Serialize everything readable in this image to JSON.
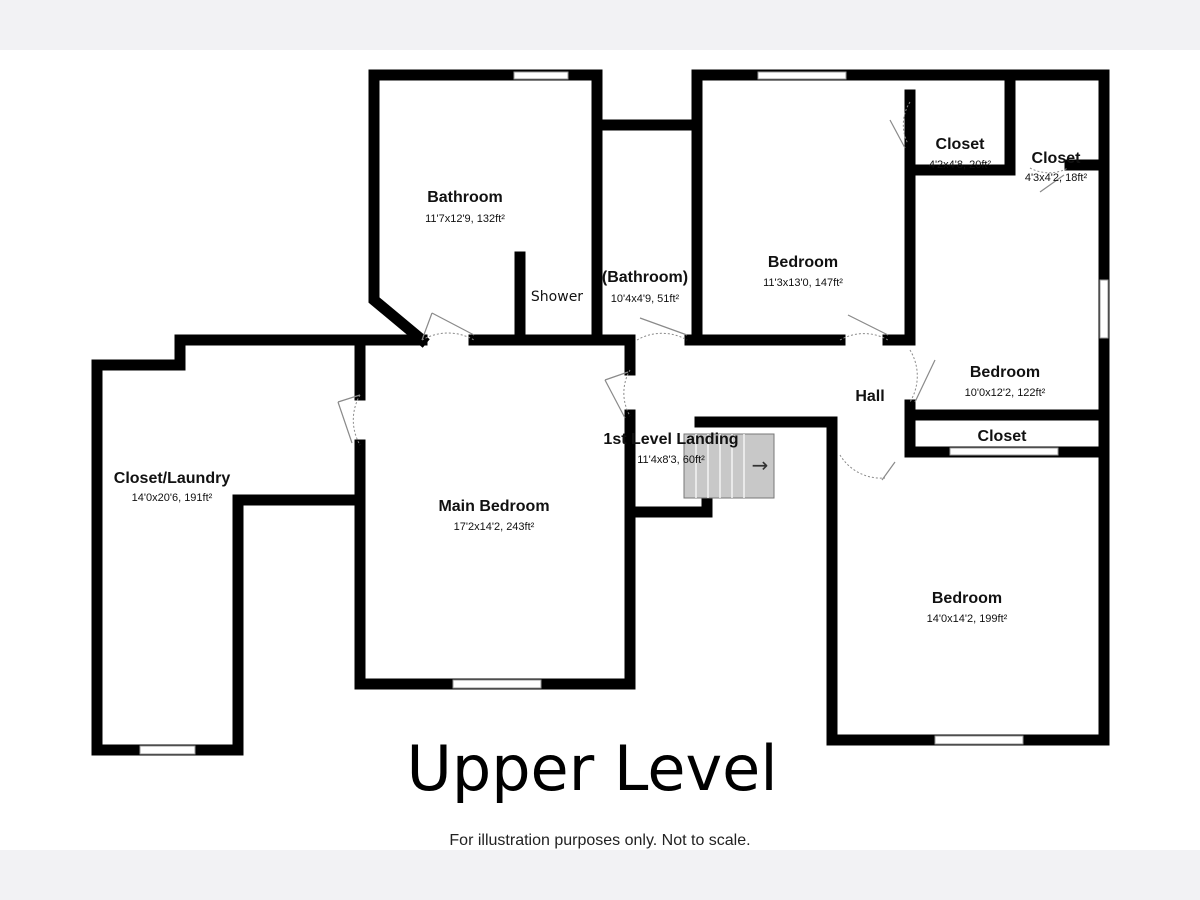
{
  "floor": {
    "title": "Upper Level",
    "disclaimer": "For illustration purposes only. Not to scale."
  },
  "rooms": {
    "bathroom_main": {
      "name": "Bathroom",
      "dims": "11'7x12'9, 132ft²"
    },
    "shower": {
      "name": "Shower"
    },
    "bathroom_small": {
      "name": "(Bathroom)",
      "dims": "10'4x4'9, 51ft²"
    },
    "bedroom_top": {
      "name": "Bedroom",
      "dims": "11'3x13'0, 147ft²"
    },
    "closet_a": {
      "name": "Closet",
      "dims": "4'2x4'8, 20ft²"
    },
    "closet_b": {
      "name": "Closet",
      "dims": "4'3x4'2, 18ft²"
    },
    "bedroom_right": {
      "name": "Bedroom",
      "dims": "10'0x12'2, 122ft²"
    },
    "hall": {
      "name": "Hall"
    },
    "closet_c": {
      "name": "Closet"
    },
    "landing": {
      "name": "1st Level Landing",
      "dims": "11'4x8'3, 60ft²"
    },
    "closet_laundry": {
      "name": "Closet/Laundry",
      "dims": "14'0x20'6, 191ft²"
    },
    "main_bedroom": {
      "name": "Main Bedroom",
      "dims": "17'2x14'2, 243ft²"
    },
    "bedroom_bottom": {
      "name": "Bedroom",
      "dims": "14'0x14'2, 199ft²"
    }
  },
  "symbols": {
    "stair_arrow": "→"
  }
}
